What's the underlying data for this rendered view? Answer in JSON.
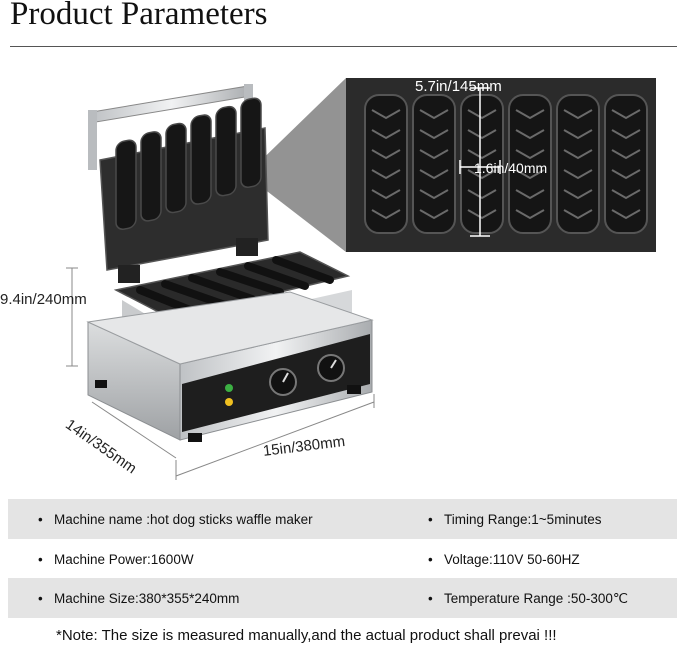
{
  "header": {
    "title": "Product Parameters"
  },
  "dimensions": {
    "height": "9.4in/240mm",
    "width": "15in/380mm",
    "depth": "14in/355mm",
    "slot_length": "5.7in/145mm",
    "slot_width": "1.6in/40mm"
  },
  "specs": {
    "rows": [
      {
        "left": "Machine name :hot dog sticks waffle maker",
        "right": "Timing Range:1~5minutes"
      },
      {
        "left": "Machine Power:1600W",
        "right": "Voltage:110V 50-60HZ"
      },
      {
        "left": "Machine Size:380*355*240mm",
        "right": "Temperature Range :50-300℃"
      }
    ],
    "bullet": "•"
  },
  "note": "*Note: The size is measured manually,and the actual product shall prevai !!!"
}
